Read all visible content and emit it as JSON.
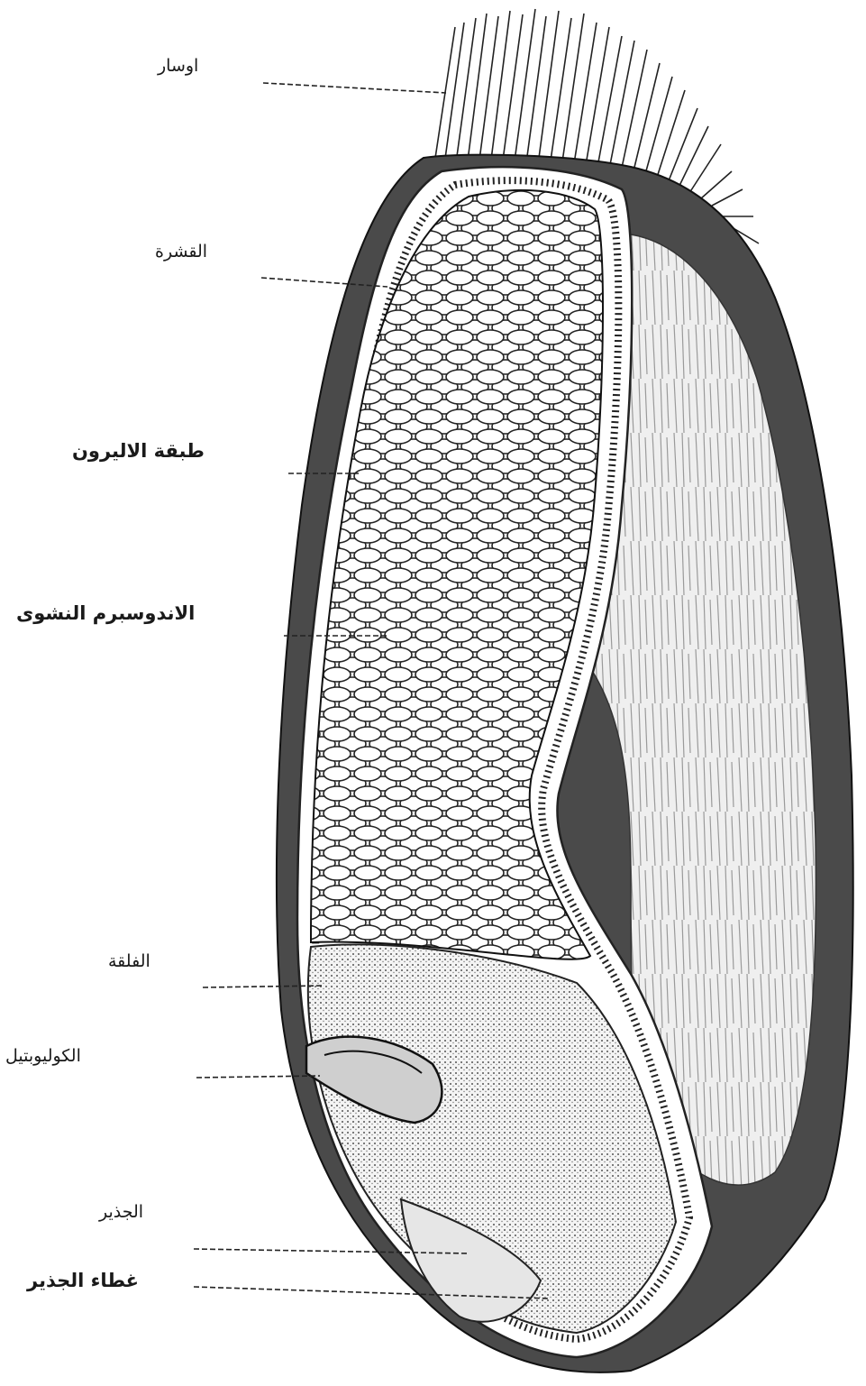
{
  "diagram": {
    "labels": {
      "awn": "اوسار",
      "pericarp": "القشرة",
      "aleurone": "طبقة الاليرون",
      "endosperm": "الاندوسبرم النشوى",
      "scutellum": "الفلقة",
      "coleoptile": "الكوليوبتيل",
      "radicle": "الجذير",
      "coleorhiza": "غطاء الجذير"
    }
  }
}
